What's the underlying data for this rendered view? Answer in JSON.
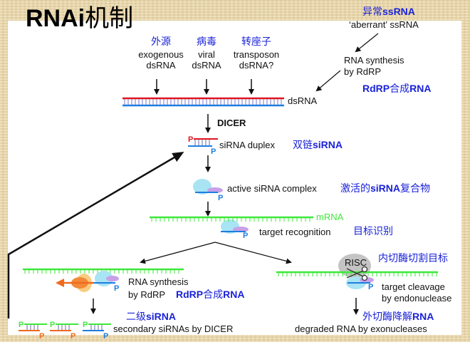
{
  "title": {
    "latin": "RNAi",
    "chinese": "机制"
  },
  "sources": [
    {
      "cn": "外源",
      "line1": "exogenous",
      "line2": "dsRNA"
    },
    {
      "cn": "病毒",
      "line1": "viral",
      "line2": "dsRNA"
    },
    {
      "cn": "转座子",
      "line1": "transposon",
      "line2": "dsRNA?"
    }
  ],
  "aberrant": {
    "cn_prefix": "异常",
    "cn_suffix": "ssRNA",
    "en": "‘aberrant’ ssRNA"
  },
  "rdrp_top": {
    "line1": "RNA synthesis",
    "line2": "by RdRP",
    "cn_a": "RdRP",
    "cn_b": "合成",
    "cn_c": "RNA"
  },
  "dsrna_label": "dsRNA",
  "dicer_label": "DICER",
  "sirna_duplex": {
    "en": "siRNA duplex",
    "cn_a": "双链",
    "cn_b": "siRNA"
  },
  "active_complex": {
    "en": "active siRNA complex",
    "cn_a": "激活的",
    "cn_b": "siRNA",
    "cn_c": "复合物"
  },
  "mrna_label": "mRNA",
  "target_recognition": {
    "en": "target recognition",
    "cn": "目标识别"
  },
  "left_branch": {
    "line1": "RNA synthesis",
    "line2": "by RdRP",
    "cn_a": "RdRP",
    "cn_b": "合成",
    "cn_c": "RNA",
    "secondary_cn_a": "二级",
    "secondary_cn_b": "siRNA",
    "secondary_en": "secondary siRNAs by DICER"
  },
  "right_branch": {
    "risc": "RISC",
    "cn_cleave": "内切酶切割目标",
    "line1": "target cleavage",
    "line2": "by endonuclease",
    "cn_degrade_a": "外切酶降解",
    "cn_degrade_b": "RNA",
    "degraded_en": "degraded RNA by exonucleases"
  },
  "phosphate": "P",
  "colors": {
    "sense_red": "#e0141e",
    "antisense_blue": "#1e7ee0",
    "mrna_green": "#3ee83a",
    "rdrp_orange": "#f06a1e",
    "complex_cyan": "#a8e4f4",
    "guide_purple": "#c8a0e8",
    "chinese_blue": "#1a22d8"
  }
}
